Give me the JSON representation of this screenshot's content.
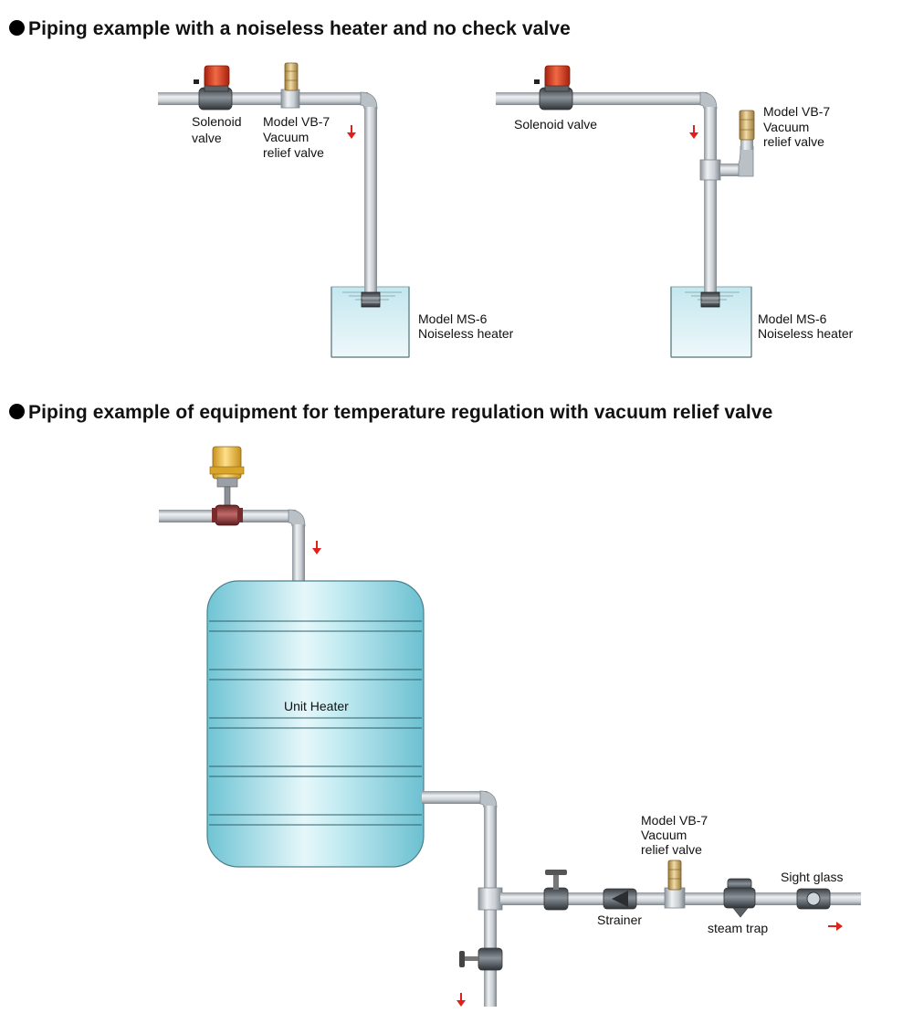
{
  "sections": [
    {
      "title": "Piping example with a noiseless heater and no check valve"
    },
    {
      "title": "Piping example of equipment for temperature regulation with vacuum relief valve"
    }
  ],
  "example_a": {
    "solenoid_valve": [
      "Solenoid",
      "valve"
    ],
    "vacuum_relief_valve": [
      "Model VB-7",
      "Vacuum",
      "relief valve"
    ],
    "heater": [
      "Model MS-6",
      "Noiseless heater"
    ]
  },
  "example_b": {
    "solenoid_valve": [
      "Solenoid valve"
    ],
    "vacuum_relief_valve": [
      "Model VB-7",
      "Vacuum",
      "relief valve"
    ],
    "heater": [
      "Model MS-6",
      "Noiseless heater"
    ]
  },
  "example_c": {
    "unit_heater": "Unit Heater",
    "vacuum_relief_valve": [
      "Model VB-7",
      "Vacuum",
      "relief valve"
    ],
    "strainer": "Strainer",
    "steam_trap": "steam trap",
    "sight_glass": "Sight glass"
  },
  "colors": {
    "pipe": "#c9ced3",
    "pipe_edge": "#7d858c",
    "flow_arrow": "#e0201a",
    "water": "#d6eef4",
    "heater_body": "#9fdbe6",
    "solenoid_coil": "#d83a1e",
    "vb7_brass": "#c9a86a",
    "control_valve_body": "#8c3a3a",
    "actuator_yellow": "#f2c23a"
  }
}
